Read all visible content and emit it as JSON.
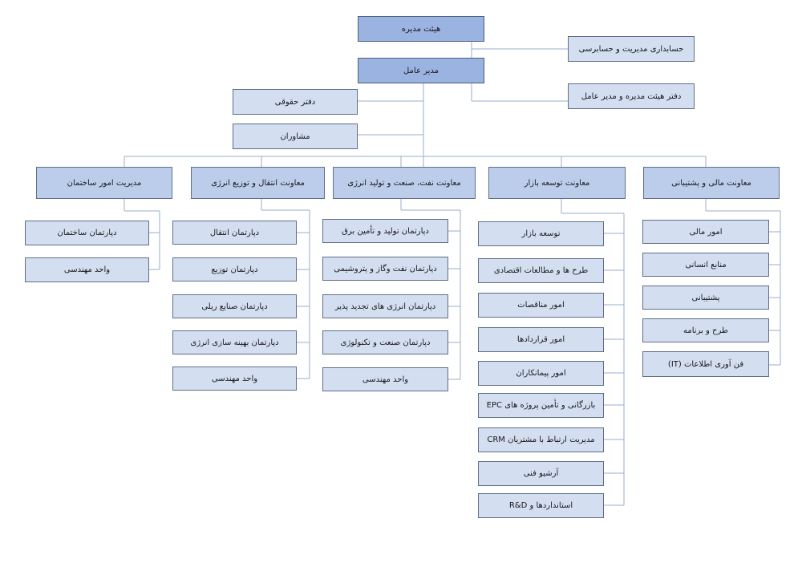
{
  "org": {
    "board": "هیئت مدیره",
    "audit": "حسابداری مدیریت و حسابرسی",
    "ceo": "مدیر عامل",
    "board_office": "دفتر هیئت مدیره و مدیر عامل",
    "legal": "دفتر حقوقی",
    "advisors": "مشاوران",
    "divisions": [
      {
        "title": "معاونت مالی و پشتیبانی",
        "units": [
          "امور مالی",
          "منابع انسانی",
          "پشتیبانی",
          "طرح و برنامه",
          "فن آوری اطلاعات (IT)"
        ]
      },
      {
        "title": "معاونت توسعه بازار",
        "units": [
          "توسعه بازار",
          "طرح ها و مطالعات اقتصادی",
          "امور مناقصات",
          "امور قراردادها",
          "امور پیمانکاران",
          "بازرگانی و تأمین پروژه های EPC",
          "مدیریت ارتباط با مشتریان CRM",
          "آرشیو فنی",
          "استانداردها و R&D"
        ]
      },
      {
        "title": "معاونت نفت، صنعت و تولید انرژی",
        "units": [
          "دپارتمان تولید و تأمین برق",
          "دپارتمان نفت وگاز و پتروشیمی",
          "دپارتمان انرژی های تجدید پذیر",
          "دپارتمان صنعت و تکنولوژی",
          "واحد مهندسی"
        ]
      },
      {
        "title": "معاونت انتقال و توزیع انرژی",
        "units": [
          "دپارتمان انتقال",
          "دپارتمان توزیع",
          "دپارتمان صنایع ریلی",
          "دپارتمان بهینه سازی انرژی",
          "واحد مهندسی"
        ]
      },
      {
        "title": "مدیریت امور ساختمان",
        "units": [
          "دپارتمان ساختمان",
          "واحد مهندسی"
        ]
      }
    ]
  },
  "colors": {
    "top_fill": "#9ab3e0",
    "vp_fill": "#bccdec",
    "unit_fill": "#d3def1",
    "border": "#5f6f86",
    "connector": "#9aaccb"
  }
}
